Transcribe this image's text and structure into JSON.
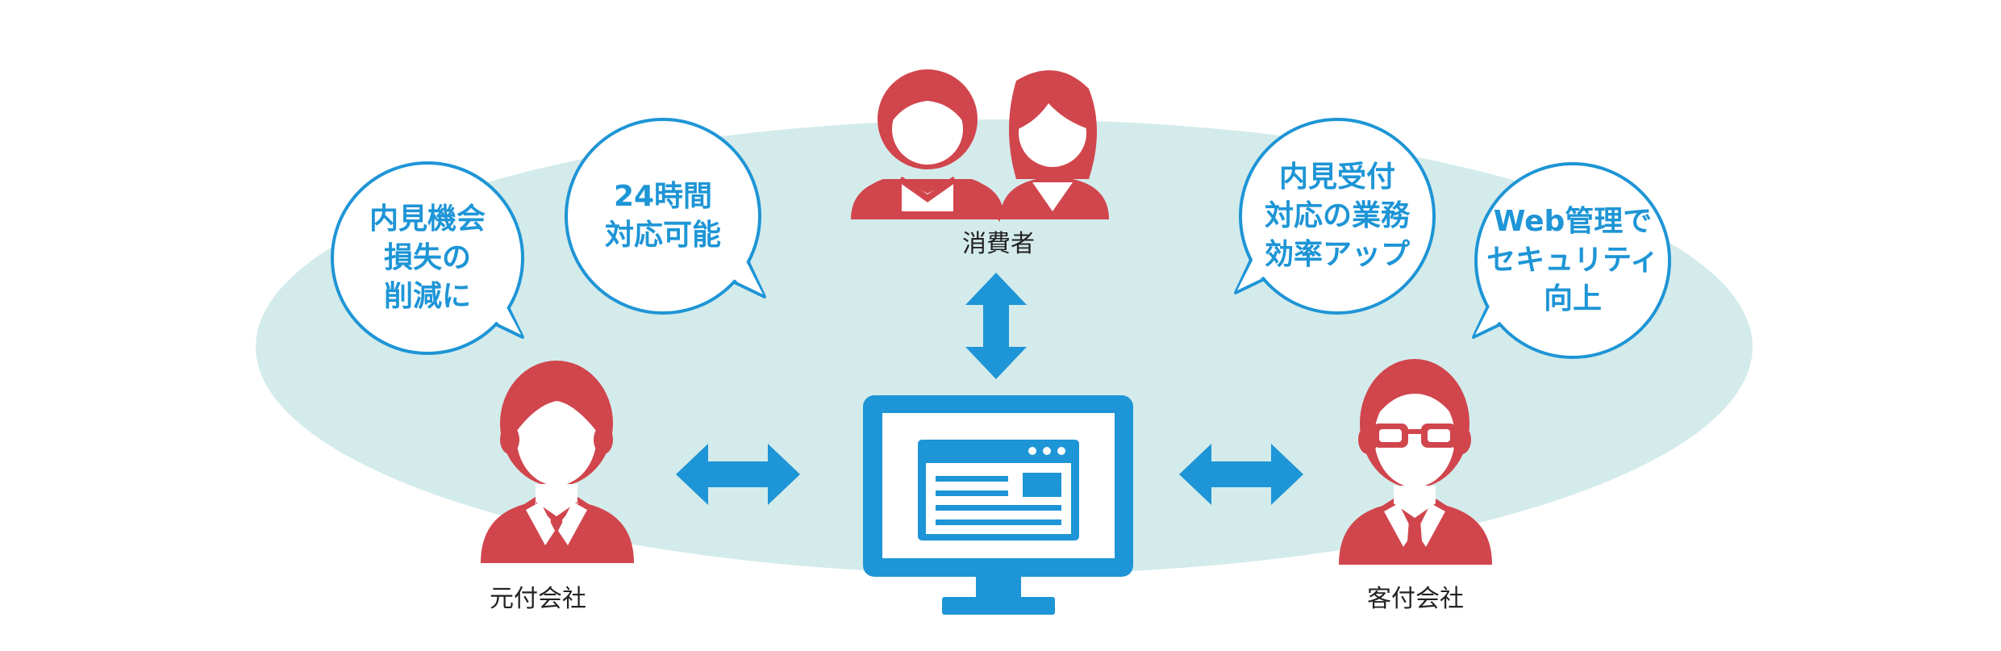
{
  "colors": {
    "ellipse": "#d4ebeb",
    "person": "#d1454d",
    "accent": "#1e95d6",
    "bubble_border": "#1e95d6",
    "text": "#222222"
  },
  "nodes": {
    "consumer": {
      "label": "消費者",
      "icon": "consumers-couple-icon"
    },
    "origin_company": {
      "label": "元付会社",
      "icon": "businessman-icon"
    },
    "client_company": {
      "label": "客付会社",
      "icon": "businessman-glasses-icon"
    },
    "center": {
      "icon": "computer-monitor-icon"
    }
  },
  "bubbles": [
    {
      "lines": [
        "内見機会",
        "損失の",
        "削減に"
      ]
    },
    {
      "lines": [
        "24時間",
        "対応可能"
      ]
    },
    {
      "lines": [
        "内見受付",
        "対応の業務",
        "効率アップ"
      ]
    },
    {
      "lines": [
        "Web管理で",
        "セキュリティ",
        "向上"
      ]
    }
  ],
  "connections": [
    {
      "from": "consumer",
      "to": "center",
      "type": "bidirectional"
    },
    {
      "from": "origin_company",
      "to": "center",
      "type": "bidirectional"
    },
    {
      "from": "client_company",
      "to": "center",
      "type": "bidirectional"
    }
  ]
}
